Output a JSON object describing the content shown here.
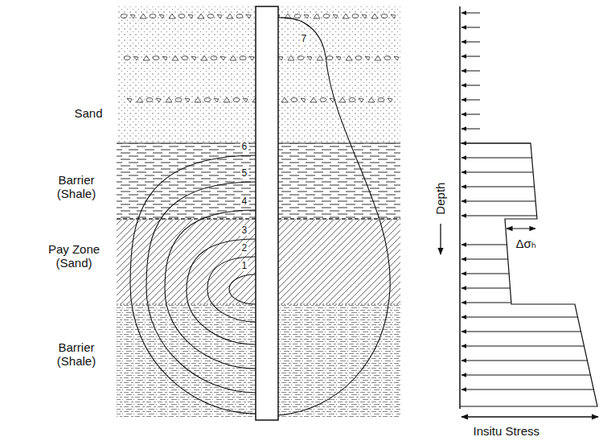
{
  "diagram": {
    "labels": [
      "Sand",
      "Barrier (Shale)",
      "Pay Zone (Sand)",
      "Barrier (Shale)",
      "1",
      "2",
      "3",
      "4",
      "5",
      "6",
      "7",
      "Depth",
      "Δσₕ",
      "Insitu Stress"
    ]
  }
}
